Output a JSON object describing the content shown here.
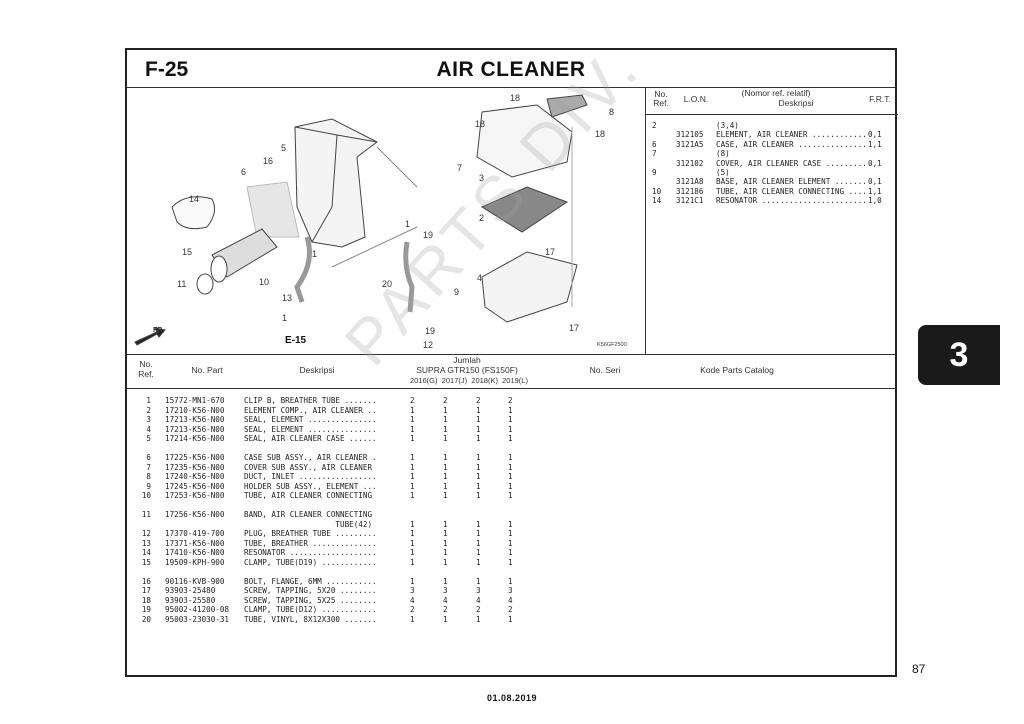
{
  "header": {
    "figure": "F-25",
    "title": "AIR CLEANER"
  },
  "diagram": {
    "code": "K56GF2500",
    "ref_label": "E-15",
    "front_label": "FR.",
    "callouts": [
      "18",
      "8",
      "18",
      "18",
      "5",
      "16",
      "6",
      "7",
      "3",
      "14",
      "2",
      "19",
      "1",
      "1",
      "15",
      "17",
      "11",
      "10",
      "20",
      "4",
      "9",
      "13",
      "1",
      "17",
      "19",
      "12"
    ]
  },
  "frt_table": {
    "headers": {
      "no_ref": "No.\nRef.",
      "lon": "L.O.N.",
      "desc_top": "(Nomor ref. relatif)",
      "desc": "Deskripsi",
      "frt": "F.R.T."
    },
    "rows": [
      {
        "ref": "2",
        "lon": "",
        "desc": "(3,4)",
        "frt": ""
      },
      {
        "ref": "",
        "lon": "312105",
        "desc": "ELEMENT, AIR CLEANER ............",
        "frt": "0,1"
      },
      {
        "ref": "6",
        "lon": "3121A5",
        "desc": "CASE, AIR CLEANER ...............",
        "frt": "1,1"
      },
      {
        "ref": "7",
        "lon": "",
        "desc": "(8)",
        "frt": ""
      },
      {
        "ref": "",
        "lon": "312102",
        "desc": "COVER, AIR CLEANER CASE .........",
        "frt": "0,1"
      },
      {
        "ref": "9",
        "lon": "",
        "desc": "(5)",
        "frt": ""
      },
      {
        "ref": "",
        "lon": "3121A8",
        "desc": "BASE, AIR CLEANER ELEMENT .......",
        "frt": "0,1"
      },
      {
        "ref": "10",
        "lon": "312186",
        "desc": "TUBE, AIR CLEANER CONNECTING ....",
        "frt": "1,1"
      },
      {
        "ref": "14",
        "lon": "3121C1",
        "desc": "RESONATOR .......................",
        "frt": "1,0"
      }
    ]
  },
  "parts_table": {
    "headers": {
      "no_ref": "No.\nRef.",
      "no_part": "No. Part",
      "desc": "Deskripsi",
      "jumlah": "Jumlah",
      "model": "SUPRA GTR150 (FS150F)",
      "years": "2016(G)  2017(J)  2018(K)  2019(L)",
      "no_seri": "No. Seri",
      "kode": "Kode Parts Catalog"
    },
    "rows": [
      {
        "ref": "1",
        "part": "15772-MN1-670",
        "desc": "CLIP B, BREATHER TUBE .......",
        "qty": [
          "2",
          "2",
          "2",
          "2"
        ]
      },
      {
        "ref": "2",
        "part": "17210-K56-N00",
        "desc": "ELEMENT COMP., AIR CLEANER ..",
        "qty": [
          "1",
          "1",
          "1",
          "1"
        ]
      },
      {
        "ref": "3",
        "part": "17213-K56-N00",
        "desc": "SEAL, ELEMENT ...............",
        "qty": [
          "1",
          "1",
          "1",
          "1"
        ]
      },
      {
        "ref": "4",
        "part": "17213-K56-N00",
        "desc": "SEAL, ELEMENT ...............",
        "qty": [
          "1",
          "1",
          "1",
          "1"
        ]
      },
      {
        "ref": "5",
        "part": "17214-K56-N00",
        "desc": "SEAL, AIR CLEANER CASE ......",
        "qty": [
          "1",
          "1",
          "1",
          "1"
        ]
      },
      {
        "ref": "6",
        "part": "17225-K56-N00",
        "desc": "CASE SUB ASSY., AIR CLEANER .",
        "qty": [
          "1",
          "1",
          "1",
          "1"
        ],
        "gap": true
      },
      {
        "ref": "7",
        "part": "17235-K56-N00",
        "desc": "COVER SUB ASSY., AIR CLEANER",
        "qty": [
          "1",
          "1",
          "1",
          "1"
        ]
      },
      {
        "ref": "8",
        "part": "17240-K56-N00",
        "desc": "DUCT, INLET .................",
        "qty": [
          "1",
          "1",
          "1",
          "1"
        ]
      },
      {
        "ref": "9",
        "part": "17245-K56-N00",
        "desc": "HOLDER SUB ASSY., ELEMENT ...",
        "qty": [
          "1",
          "1",
          "1",
          "1"
        ]
      },
      {
        "ref": "10",
        "part": "17253-K56-N00",
        "desc": "TUBE, AIR CLEANER CONNECTING",
        "qty": [
          "1",
          "1",
          "1",
          "1"
        ]
      },
      {
        "ref": "11",
        "part": "17256-K56-N00",
        "desc": "BAND, AIR CLEANER CONNECTING",
        "qty": [
          "",
          "",
          "",
          ""
        ],
        "gap": true
      },
      {
        "ref": "",
        "part": "",
        "desc": "                    TUBE(42)",
        "qty": [
          "1",
          "1",
          "1",
          "1"
        ]
      },
      {
        "ref": "12",
        "part": "17370-419-700",
        "desc": "PLUG, BREATHER TUBE .........",
        "qty": [
          "1",
          "1",
          "1",
          "1"
        ]
      },
      {
        "ref": "13",
        "part": "17371-K56-N00",
        "desc": "TUBE, BREATHER ..............",
        "qty": [
          "1",
          "1",
          "1",
          "1"
        ]
      },
      {
        "ref": "14",
        "part": "17410-K56-N00",
        "desc": "RESONATOR ...................",
        "qty": [
          "1",
          "1",
          "1",
          "1"
        ]
      },
      {
        "ref": "15",
        "part": "19509-KPH-900",
        "desc": "CLAMP, TUBE(D19) ............",
        "qty": [
          "1",
          "1",
          "1",
          "1"
        ]
      },
      {
        "ref": "16",
        "part": "90116-KVB-900",
        "desc": "BOLT, FLANGE, 6MM ...........",
        "qty": [
          "1",
          "1",
          "1",
          "1"
        ],
        "gap": true
      },
      {
        "ref": "17",
        "part": "93903-25480",
        "desc": "SCREW, TAPPING, 5X20 ........",
        "qty": [
          "3",
          "3",
          "3",
          "3"
        ]
      },
      {
        "ref": "18",
        "part": "93903-25580",
        "desc": "SCREW, TAPPING, 5X25 ........",
        "qty": [
          "4",
          "4",
          "4",
          "4"
        ]
      },
      {
        "ref": "19",
        "part": "95002-41200-08",
        "desc": "CLAMP, TUBE(D12) ............",
        "qty": [
          "2",
          "2",
          "2",
          "2"
        ]
      },
      {
        "ref": "20",
        "part": "95003-23030-31",
        "desc": "TUBE, VINYL, 8X12X300 .......",
        "qty": [
          "1",
          "1",
          "1",
          "1"
        ]
      }
    ]
  },
  "section_tab": "3",
  "page_number": "87",
  "date": "01.08.2019",
  "watermark": "PARTS DIV."
}
